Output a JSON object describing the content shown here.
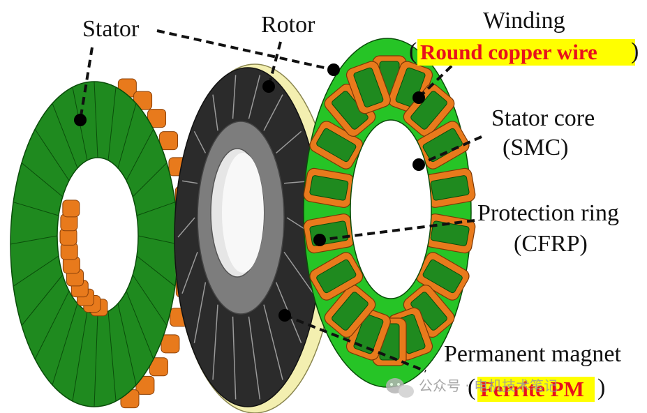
{
  "labels": {
    "stator": "Stator",
    "rotor": "Rotor",
    "winding": "Winding",
    "winding_open": "(",
    "winding_note": "Round copper wire",
    "winding_close": ")",
    "stator_core": "Stator core",
    "stator_core_note": "(SMC)",
    "protection_ring": "Protection ring",
    "protection_ring_note": "(CFRP)",
    "permanent_magnet": "Permanent magnet",
    "pm_open": "(",
    "pm_note": "Ferrite PM",
    "pm_close": ")"
  },
  "watermark": "公众号 · 电机技术笔记",
  "colors": {
    "stator_green": "#1f8a1f",
    "copper": "#e87a1c",
    "highlight_bg": "#ffff00",
    "highlight_text": "#e8101c",
    "rotor_dark": "#2b2b2b",
    "ring": "#f3efb0"
  },
  "icons": {
    "watermark_logo": "wechat-icon"
  }
}
